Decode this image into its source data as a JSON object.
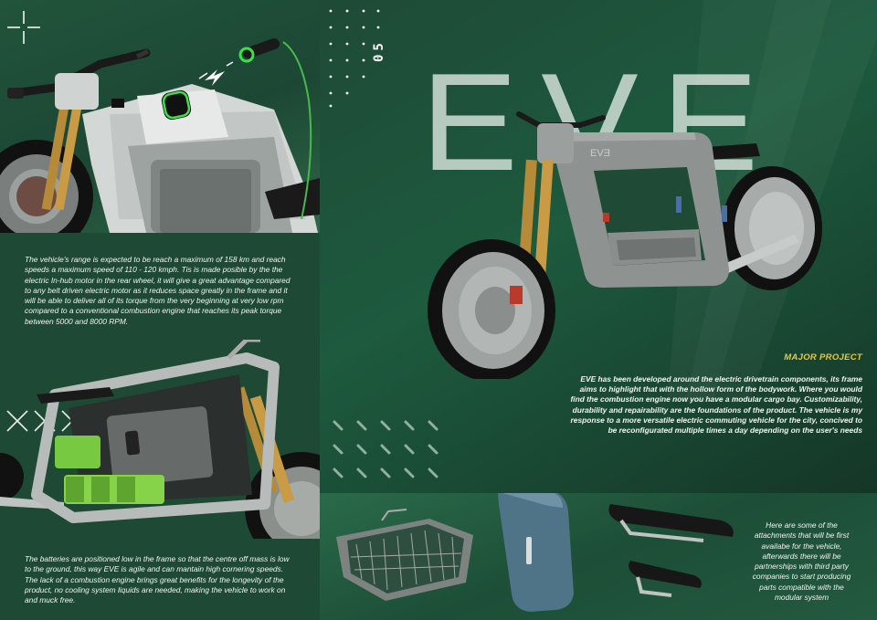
{
  "page": {
    "number": "05",
    "brand_title": "EVE",
    "section_heading": "MAJOR PROJECT"
  },
  "texts": {
    "range": "The vehicle's range is expected to be reach a maximum of 158 km and reach speeds a maximum speed of  110 - 120 kmph. Tis is made posible by the the electric In-hub motor in the rear wheel, it will give a great advantage compared to any belt driven electric motor as it reduces space greatly in the frame and it will be able to deliver all of its torque from the very beginning at very low rpm compared to a conventional combustion engine that reaches its peak torque between 5000 and 8000 RPM.",
    "batteries": "The batteries are positioned low in the frame so that the centre off mass is low to the ground, this way EVE is agile and can mantain high cornering speeds. The lack of a combustion engine brings great benefits for the longevity of the product, no cooling system liquids are needed, making the vehicle to work on and muck free.",
    "description": "EVE has been developed around the electric drivetrain components, its frame aims to highlight that with the hollow form of the bodywork. Where you would find the combustion engine now you have a modular cargo bay. Customizability, durability and repairability are the foundations of the product. The vehicle is my response to a more versatile electric commuting vehicle for the city, concived to be reconfigurated multiple times a day depending on the user's needs",
    "attachments": "Here are some of the attachments that will be first availabe for the vehicle, afterwards there will be partnerships with third party companies to start producing parts compatible with the modular system"
  },
  "colors": {
    "background": "#1b3f2e",
    "accent_yellow": "#e2c94a",
    "charging_green": "#3ee04a",
    "frame_grey": "#8e9391"
  },
  "icons": [
    "crosshair-icon",
    "lightning-bolt-icon",
    "dot-grid",
    "dash-pattern",
    "x-pattern"
  ]
}
